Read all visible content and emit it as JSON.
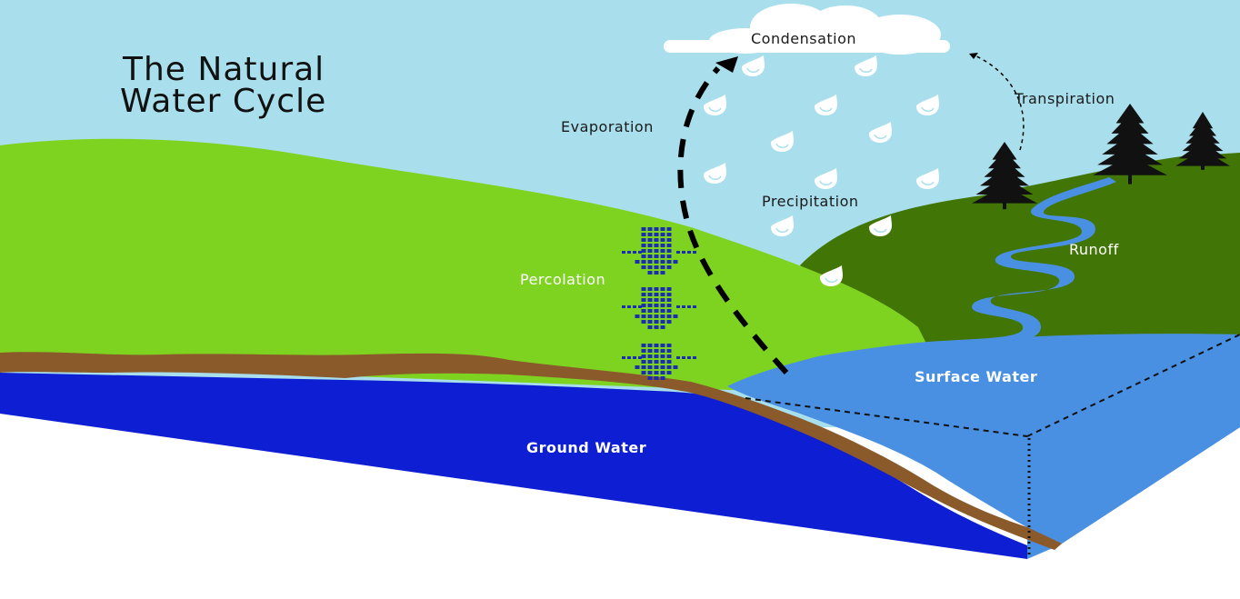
{
  "title": {
    "line1": "The Natural",
    "line2": "Water Cycle"
  },
  "labels": {
    "condensation": "Condensation",
    "evaporation": "Evaporation",
    "transpiration": "Transpiration",
    "precipitation": "Precipitation",
    "runoff": "Runoff",
    "percolation": "Percolation",
    "surface_water": "Surface Water",
    "ground_water": "Ground Water"
  },
  "colors": {
    "sky": "#a9dfec",
    "hill_light": "#7ed321",
    "hill_dark": "#417505",
    "soil": "#8b5a2b",
    "ground_water": "#0e1ed3",
    "surface_water": "#4a90e2",
    "percolation_arrows": "#1a2fb0",
    "raindrop": "#ffffff"
  }
}
